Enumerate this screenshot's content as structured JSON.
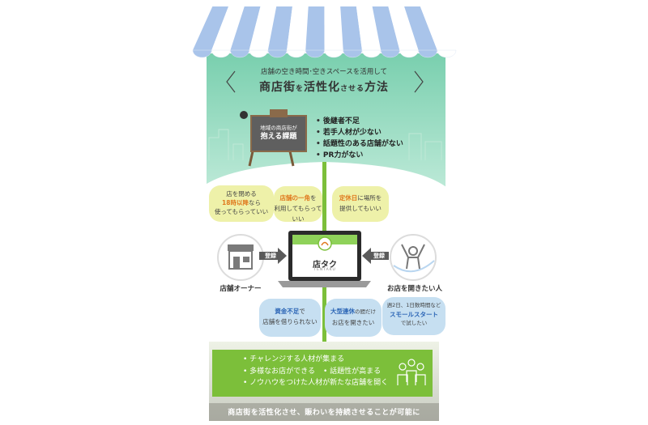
{
  "header": {
    "subtitle": "店舗の空き時間･空きスペースを活用して",
    "title_parts": [
      "商店街",
      "を",
      "活性化",
      "させる",
      "方法"
    ]
  },
  "board": {
    "line1": "地域の商店街が",
    "line2": "抱える課題"
  },
  "problems": [
    "後継者不足",
    "若手人材が少ない",
    "話題性のある店舗がない",
    "PR力がない"
  ],
  "offers": [
    {
      "pre": "店を閉める",
      "highlight": "18時以降",
      "post": "なら",
      "line3": "使ってもらっていい"
    },
    {
      "pre": "",
      "highlight": "店舗の一角",
      "post": "を",
      "line3": "利用してもらっていい"
    },
    {
      "pre": "",
      "highlight": "定休日",
      "post": "に場所を",
      "line3": "提供してもいい"
    }
  ],
  "center": {
    "app_name": "店タク",
    "app_sub": "TENTAKU"
  },
  "left_actor": {
    "label": "店舗オーナー",
    "arrow": "登録"
  },
  "right_actor": {
    "label": "お店を開きたい人",
    "arrow": "登録"
  },
  "needs": [
    {
      "highlight": "資金不足",
      "post": "で",
      "line2": "店舗を借りられない"
    },
    {
      "highlight": "大型連休",
      "pre2": "の間だけ",
      "line2": "お店を開きたい"
    },
    {
      "line1": "週2日、1日数時間など",
      "highlight": "スモールスタート",
      "line3": "で試したい"
    }
  ],
  "benefits": [
    [
      "チャレンジする人材が集まる"
    ],
    [
      "多様なお店ができる",
      "話題性が高まる"
    ],
    [
      "ノウハウをつけた人材が新たな店舗を開く"
    ]
  ],
  "footer": "商店街を活性化させ、賑わいを持続させることが可能に",
  "colors": {
    "green": "#7cbf3a",
    "awning_blue": "#a9c4ea",
    "mint": "#8fd9b8",
    "orange": "#e07a1f",
    "blue_text": "#2a64b5"
  }
}
